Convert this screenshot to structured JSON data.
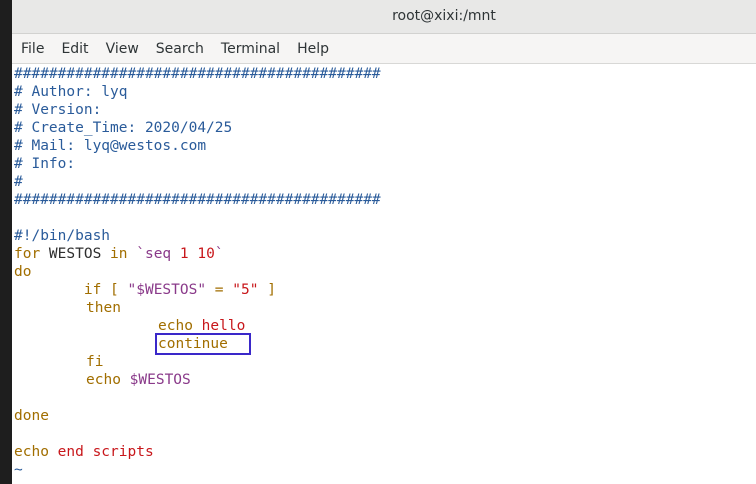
{
  "window": {
    "title": "root@xixi:/mnt"
  },
  "menu": {
    "items": [
      "File",
      "Edit",
      "View",
      "Search",
      "Terminal",
      "Help"
    ]
  },
  "editor": {
    "header_border": "##########################################",
    "header_author": "# Author: lyq",
    "header_version": "# Version:",
    "header_create_time": "# Create_Time: 2020/04/25",
    "header_mail": "# Mail: lyq@westos.com",
    "header_info": "# Info:",
    "header_hash": "#",
    "shebang": "#!/bin/bash",
    "for_kw": "for",
    "for_var": " WESTOS ",
    "in_kw": "in",
    "seq_open": " `seq ",
    "seq_start": "1",
    "seq_space": " ",
    "seq_end": "10",
    "seq_close": "`",
    "do_kw": "do",
    "if_indent": "        ",
    "if_kw": "if [ ",
    "if_var": "\"$WESTOS\"",
    "if_eq": " = ",
    "if_val": "\"5\"",
    "if_close": " ]",
    "then_kw": "then",
    "echo_kw": "echo",
    "echo_arg": " hello",
    "continue_kw": "continue",
    "fi_kw": "fi",
    "echo2_kw": "echo ",
    "echo2_var": "$WESTOS",
    "done_kw": "done",
    "echo3_kw": "echo",
    "echo3_arg": " end scripts",
    "tilde": "~"
  },
  "colors": {
    "comment": "#2a5b9a",
    "keyword": "#a16e00",
    "string": "#c8171b",
    "variable": "#8a3a8a",
    "highlight_box": "#3a28c9"
  }
}
